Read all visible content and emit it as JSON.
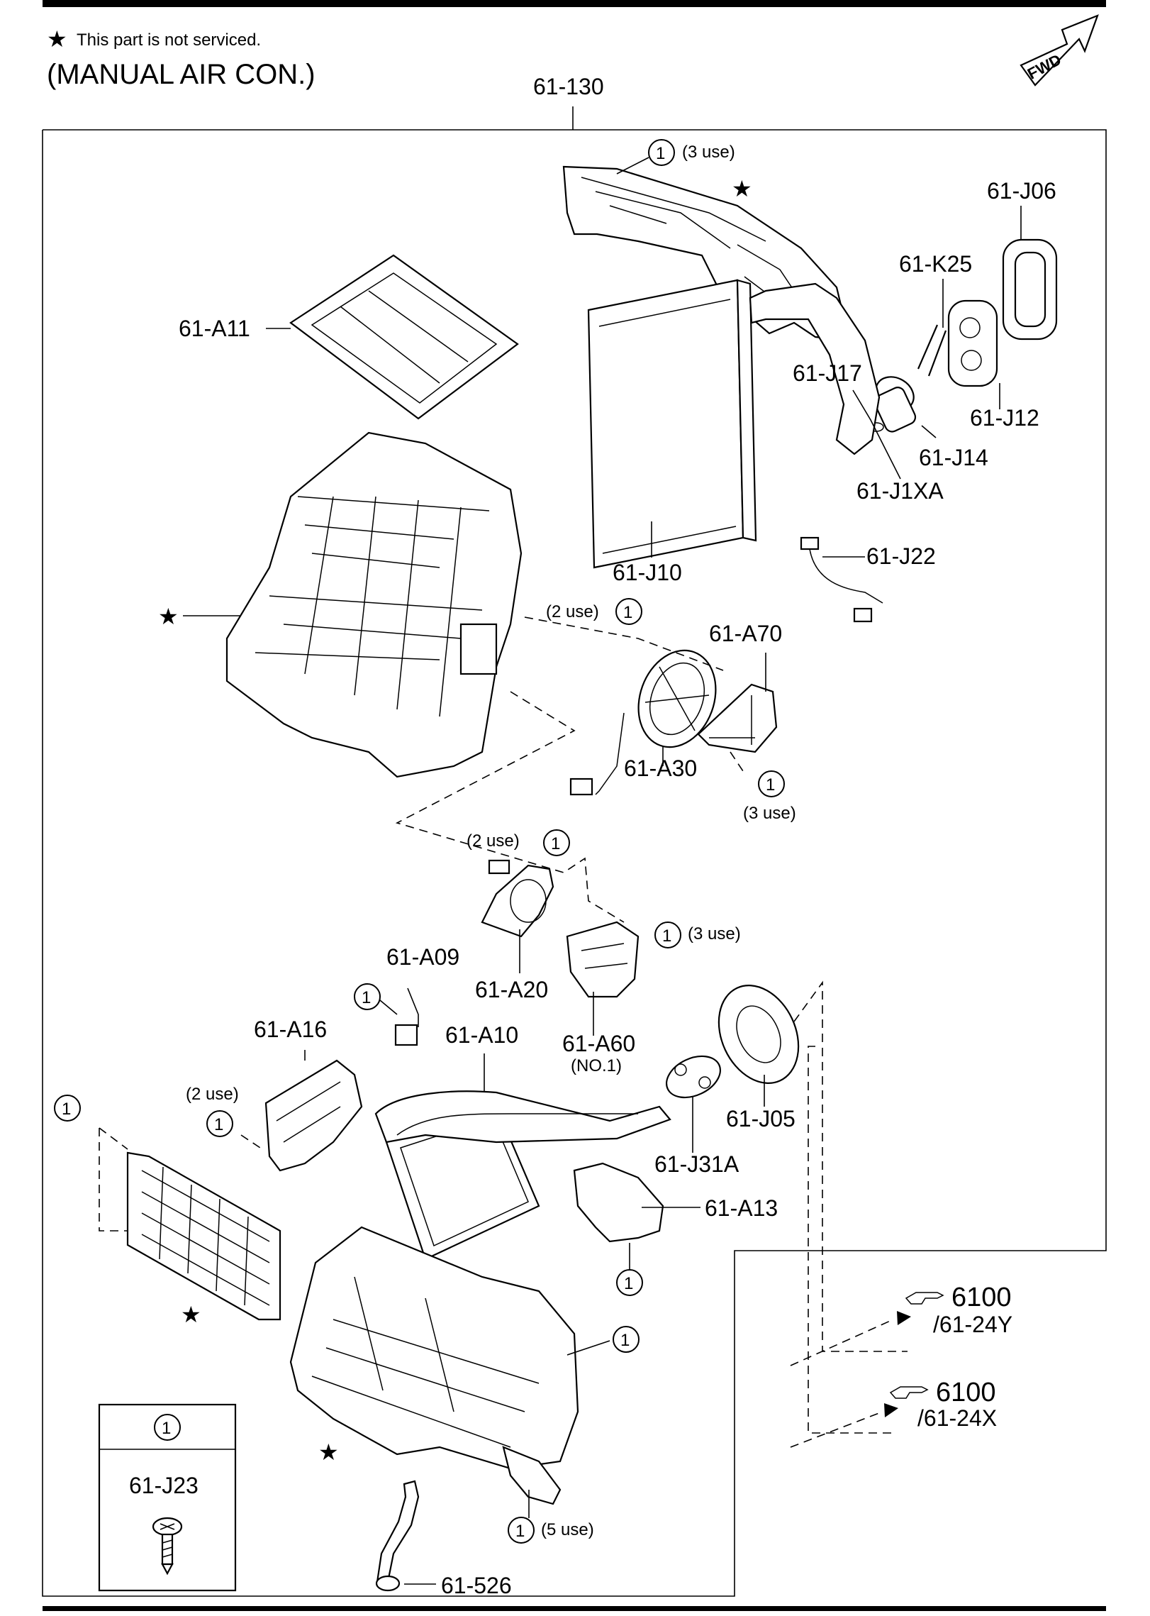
{
  "note": {
    "symbol": "★",
    "text": "This part is not serviced.",
    "heading": "(MANUAL AIR CON.)"
  },
  "fwd_label": "FWD",
  "assembly_label": "61-130",
  "parts": {
    "p_j06": "61-J06",
    "p_k25": "61-K25",
    "p_a11": "61-A11",
    "p_j17": "61-J17",
    "p_j12": "61-J12",
    "p_j14": "61-J14",
    "p_j1xa": "61-J1XA",
    "p_j22": "61-J22",
    "p_j10": "61-J10",
    "p_a70": "61-A70",
    "p_a30": "61-A30",
    "p_a09": "61-A09",
    "p_a20": "61-A20",
    "p_a16": "61-A16",
    "p_a10": "61-A10",
    "p_a60": "61-A60",
    "p_a60_sub": "(NO.1)",
    "p_j05": "61-J05",
    "p_j31a": "61-J31A",
    "p_a13": "61-A13",
    "p_526": "61-526"
  },
  "callouts": {
    "num": "1",
    "use_3": "(3 use)",
    "use_2": "(2 use)",
    "use_5": "(5 use)"
  },
  "legend": {
    "number": "1",
    "part": "61-J23"
  },
  "refs": [
    {
      "page": "6100",
      "group": "/61-24Y"
    },
    {
      "page": "6100",
      "group": "/61-24X"
    }
  ]
}
